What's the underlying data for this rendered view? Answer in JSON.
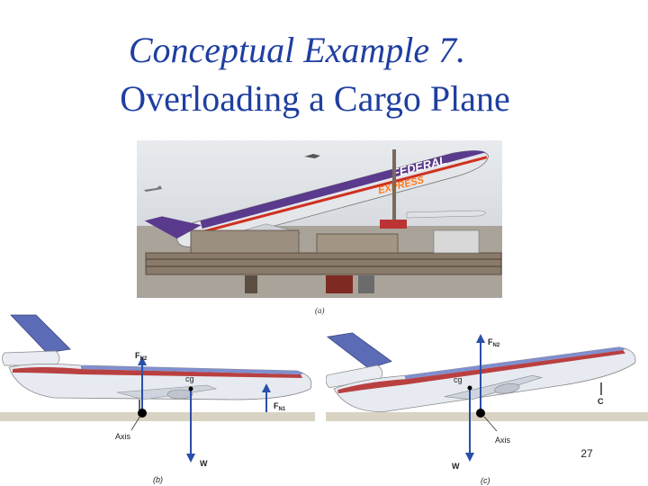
{
  "slide": {
    "title_line1": "Conceptual Example 7.",
    "title_line2": "Overloading a Cargo Plane",
    "page_number": "27"
  },
  "photo": {
    "livery_top": "FEDERAL",
    "livery_bottom": "EXPRESS",
    "caption": "(a)"
  },
  "figure_b": {
    "fn2": "F",
    "fn2_sub": "N2",
    "cg": "cg",
    "fn1": "F",
    "fn1_sub": "N1",
    "axis": "Axis",
    "w": "W",
    "caption": "(b)"
  },
  "figure_c": {
    "fn2": "F",
    "fn2_sub": "N2",
    "cg": "cg",
    "axis": "Axis",
    "w": "W",
    "caption": "(c)"
  }
}
